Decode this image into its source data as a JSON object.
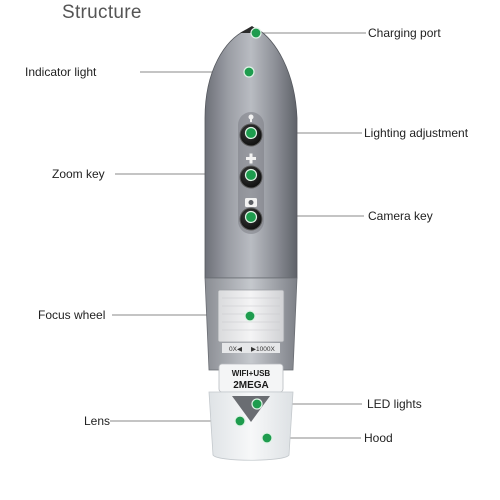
{
  "title": "Structure",
  "labels": {
    "charging_port": "Charging port",
    "indicator_light": "Indicator light",
    "lighting_adjustment": "Lighting adjustment",
    "zoom_key": "Zoom key",
    "camera_key": "Camera key",
    "focus_wheel": "Focus wheel",
    "led_lights": "LED lights",
    "lens": "Lens",
    "hood": "Hood"
  },
  "device": {
    "scale_left": "0X◀",
    "scale_right": "▶1000X",
    "badge_line1": "WIFI+USB",
    "badge_line2": "2MEGA"
  },
  "colors": {
    "marker": "#1e9c4e",
    "body": "#8d9097",
    "line": "#8a8a8a"
  }
}
